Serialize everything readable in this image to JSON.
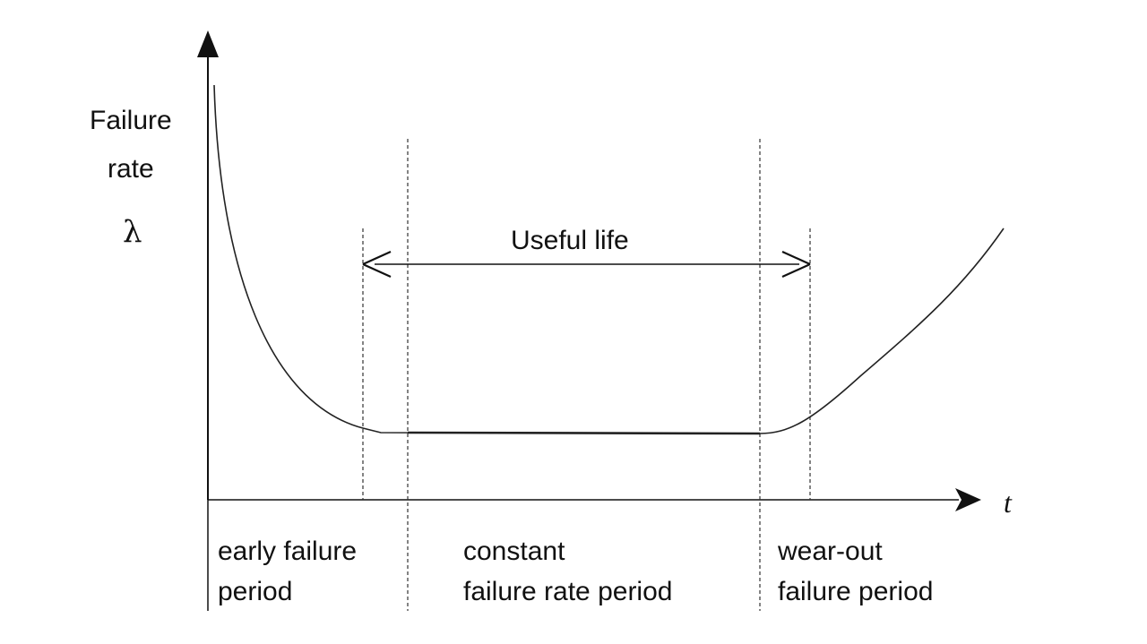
{
  "y_axis_label": {
    "line1": "Failure",
    "line2": "rate",
    "symbol": "λ"
  },
  "x_axis_label": "t",
  "span_label": "Useful life",
  "periods": [
    {
      "line1": "early failure",
      "line2": "period"
    },
    {
      "line1": "constant",
      "line2": "failure rate period"
    },
    {
      "line1": "wear-out",
      "line2": "failure period"
    }
  ],
  "colors": {
    "curve": "#222222",
    "axis": "#111111",
    "dashed": "#333333",
    "text": "#111111"
  }
}
